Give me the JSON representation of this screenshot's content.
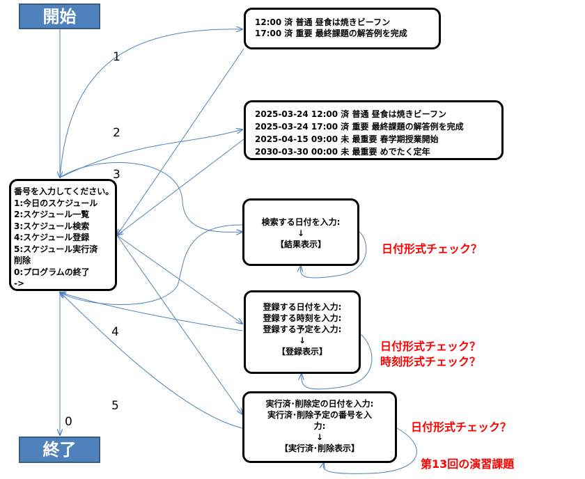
{
  "start_label": "開始",
  "end_label": "終了",
  "menu": {
    "lines": [
      "番号を入力してください。",
      "1:今日のスケジュール",
      "2:スケジュール一覧",
      "3:スケジュール検索",
      "4:スケジュール登録",
      "5:スケジュール実行済",
      "削除",
      "0:プログラムの終了",
      "->"
    ]
  },
  "today": {
    "lines": [
      "12:00 済 普通 昼食は焼きビーフン",
      "17:00 済 重要 最終課題の解答例を完成"
    ]
  },
  "list": {
    "lines": [
      "2025-03-24 12:00 済 普通 昼食は焼きビーフン",
      "2025-03-24 17:00 済 重要 最終課題の解答例を完成",
      "2025-04-15 09:00 未 最重要 春学期授業開始",
      "2030-03-30 00:00 未 最重要 めでたく定年"
    ]
  },
  "search": {
    "lines": [
      "検索する日付を入力:",
      "↓",
      "【結果表示】"
    ]
  },
  "register": {
    "lines": [
      "登録する日付を入力:",
      "登録する時刻を入力:",
      "登録する予定を入力:",
      "↓",
      "【登録表示】"
    ]
  },
  "delete": {
    "lines": [
      "実行済･削除定の日付を入力:",
      "実行済･削除予定の番号を入",
      "力:",
      "↓",
      "【実行済･削除表示】"
    ]
  },
  "edge_labels": [
    "1",
    "2",
    "3",
    "4",
    "5",
    "0"
  ],
  "notes": {
    "search_check": "日付形式チェック？",
    "register_check_1": "日付形式チェック？",
    "register_check_2": "時刻形式チェック？",
    "delete_check": "日付形式チェック？",
    "task": "第13回の演習課題"
  },
  "colors": {
    "terminal_fill": "#4f81bd",
    "connector": "#4f81bd",
    "note": "#ff0000"
  }
}
